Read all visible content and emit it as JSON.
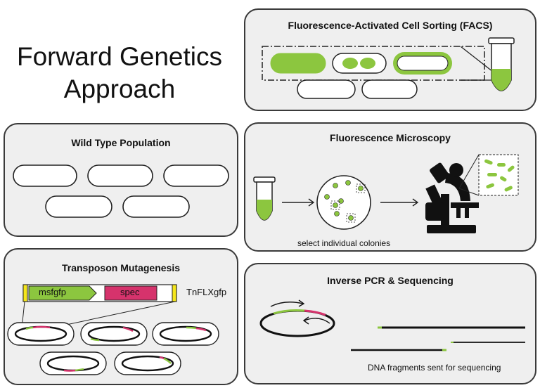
{
  "title": {
    "line1": "Forward Genetics",
    "line2": "Approach"
  },
  "panels": {
    "facs": {
      "title": "Fluorescence-Activated Cell Sorting (FACS)"
    },
    "wild_type": {
      "title": "Wild Type Population"
    },
    "microscopy": {
      "title": "Fluorescence Microscopy",
      "caption": "select individual colonies"
    },
    "transposon": {
      "title": "Transposon Mutagenesis",
      "gene1": "msfgfp",
      "gene2": "spec",
      "construct": "TnFLXgfp"
    },
    "ipcr": {
      "title": "Inverse PCR  &  Sequencing",
      "caption": "DNA fragments sent for sequencing"
    }
  },
  "colors": {
    "green": "#8cc63f",
    "magenta": "#d6336c",
    "yellow": "#f5e61b",
    "panel_bg": "#efefef",
    "outline": "#2a2a2a"
  }
}
